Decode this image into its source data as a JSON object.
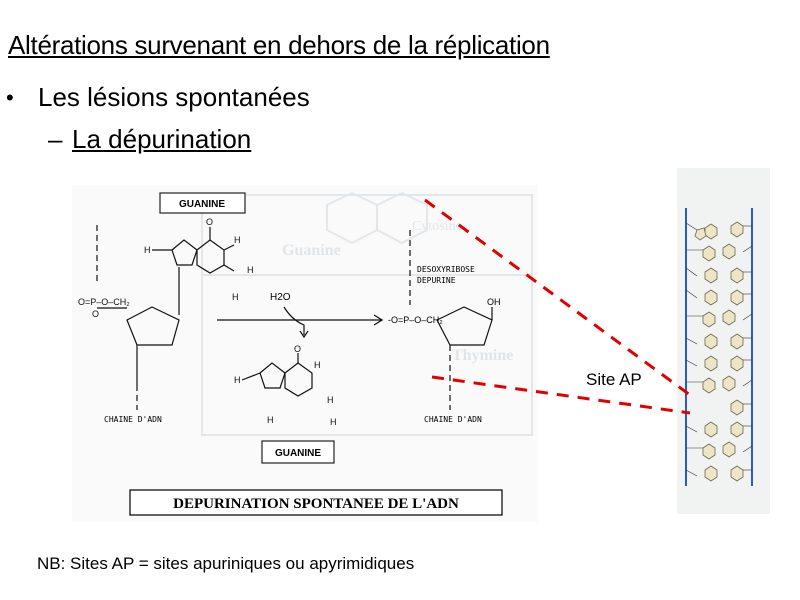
{
  "slide": {
    "title": "Altérations survenant en dehors de la réplication",
    "bullet_level1": "Les lésions spontanées",
    "bullet_level1_icon": "bullet-dot",
    "bullet_level2": "La dépurination",
    "bullet_level2_icon": "dash"
  },
  "diagram": {
    "guanine_label_top": "GUANINE",
    "guanine_label_bottom": "GUANINE",
    "water": "H2O",
    "sugar_label_line1": "DESOXYRIBOSE",
    "sugar_label_line2": "DEPURINE",
    "chain_left": "CHAINE D'ADN",
    "chain_right": "CHAINE D'ADN",
    "caption": "DEPURINATION SPONTANEE DE L'ADN",
    "oh": "OH"
  },
  "callout": {
    "label": "Site AP",
    "line_color": "#e00000"
  },
  "footnote": "NB: Sites AP = sites apuriniques ou apyrimidiques",
  "colors": {
    "dna_backbone": "#2a5cb8",
    "base_fill": "#ece6c4",
    "dashed_line": "#e00000"
  }
}
